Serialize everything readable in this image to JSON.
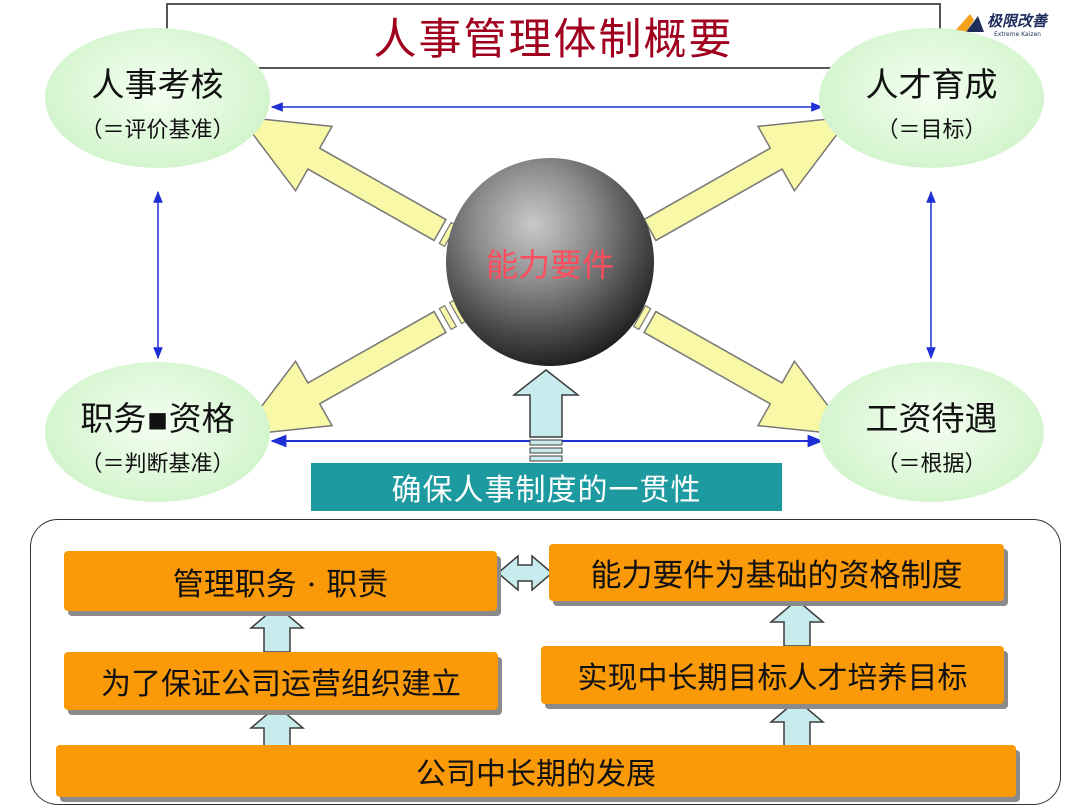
{
  "title": "人事管理体制概要",
  "logo": {
    "name": "极限改善",
    "sub": "Extreme Kaizen"
  },
  "center": "能力要件",
  "nodes": {
    "top_left": {
      "title": "人事考核",
      "sub": "（＝评价基准）"
    },
    "top_right": {
      "title": "人才育成",
      "sub": "（＝目标）"
    },
    "bottom_left": {
      "title": "职务▪资格",
      "sub": "（＝判断基准）"
    },
    "bottom_right": {
      "title": "工资待遇",
      "sub": "（＝根据）"
    }
  },
  "banner": "确保人事制度的一贯性",
  "boxes": {
    "management_duties": "管理职务 · 职责",
    "qualification_system": "能力要件为基础的资格制度",
    "organization": "为了保证公司运营组织建立",
    "talent_goal": "实现中长期目标人才培养目标",
    "development": "公司中长期的发展"
  },
  "colors": {
    "title_text": "#a0001e",
    "node_fill": "#d8f5d2",
    "arrow_yellow": "#f8f8a6",
    "connector_blue": "#1f2fd6",
    "banner": "#1c9aa0",
    "box_orange": "#fb9a09",
    "up_arrow": "#c8ecee",
    "center_label": "#ff4d5e"
  }
}
